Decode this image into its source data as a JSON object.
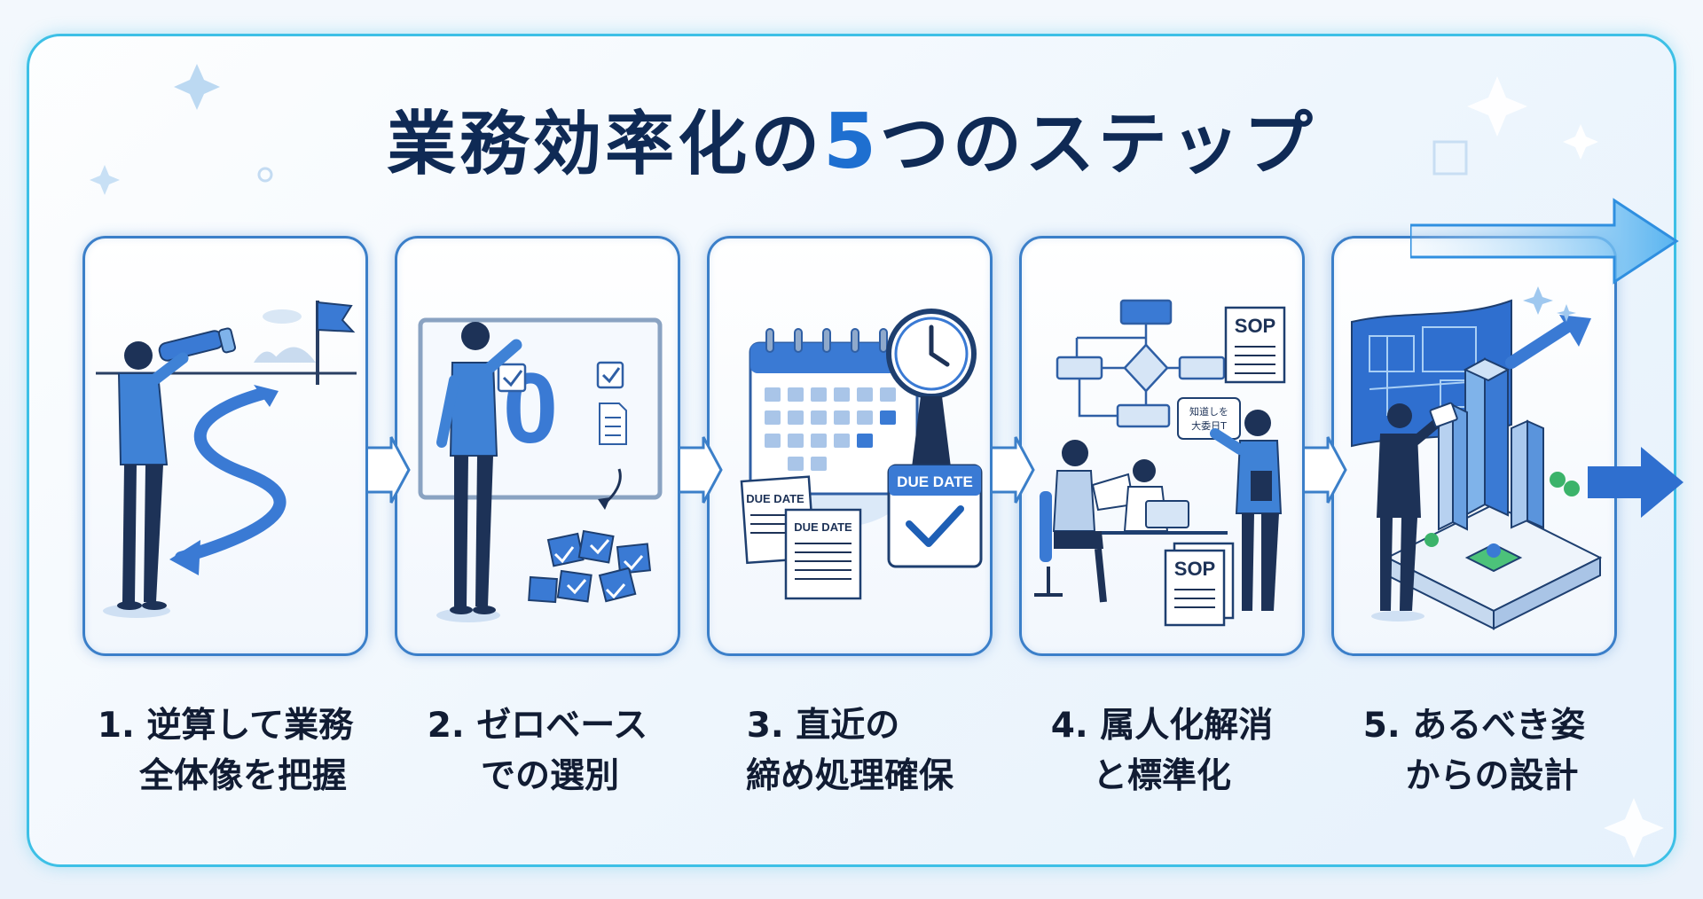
{
  "title": {
    "prefix": "業務効率化の",
    "number": "5",
    "suffix": "つのステップ"
  },
  "steps": [
    {
      "line1": "1. 逆算して業務",
      "line2": "全体像を把握"
    },
    {
      "line1": "2. ゼロベース",
      "line2": "での選別",
      "board_text": "0"
    },
    {
      "line1": "3. 直近の",
      "line2": "締め処理確保",
      "due_big": "DUE DATE",
      "due_small_1": "DUE DATE",
      "due_small_2": "DUE DATE"
    },
    {
      "line1": "4. 属人化解消",
      "line2": "と標準化",
      "sop_1": "SOP",
      "sop_2": "SOP",
      "bubble": "知道しを\n大委日T"
    },
    {
      "line1": "5. あるべき姿",
      "line2": "からの設計"
    }
  ],
  "colors": {
    "accent": "#1e6fd0",
    "frame": "#3dc0e6",
    "card_border": "#3b7fc9",
    "title": "#0f2a55"
  }
}
